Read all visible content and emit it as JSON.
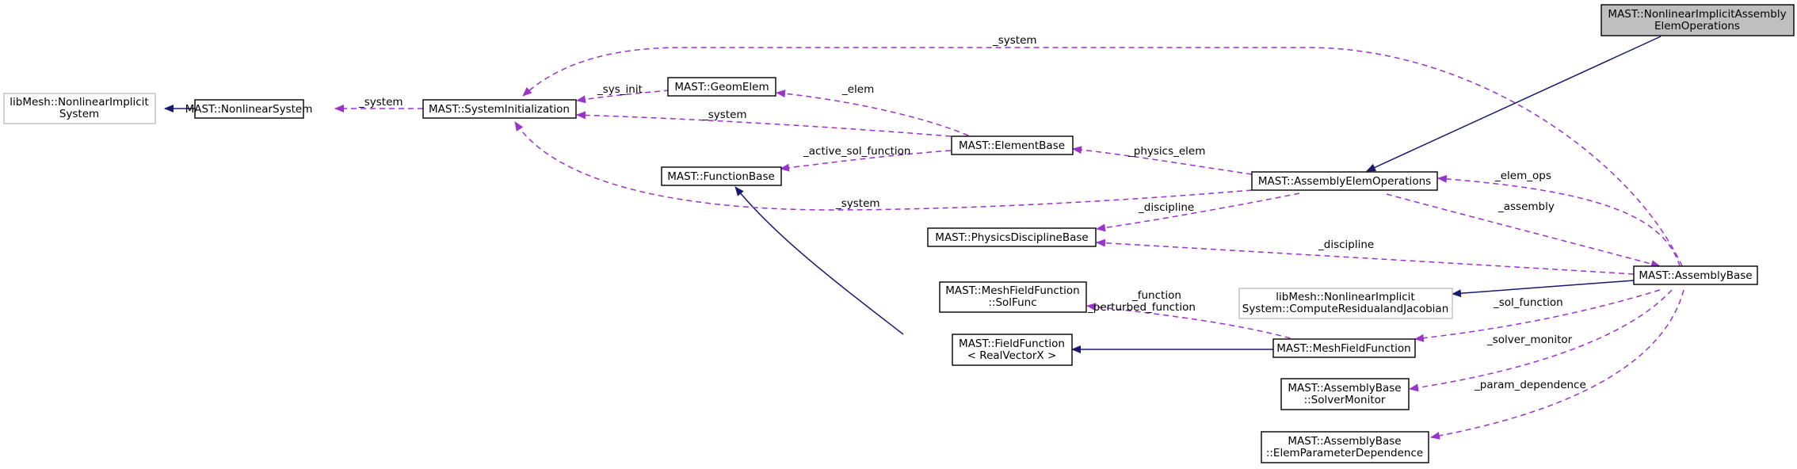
{
  "colors": {
    "inheritance_edge": "#191970",
    "member_edge": "#9a32cd",
    "focus_fill": "#bfbfbf",
    "external_border": "#c0c0c0"
  },
  "nodes": {
    "nonlinear_implicit_assembly": [
      "MAST::NonlinearImplicitAssembly",
      "ElemOperations"
    ],
    "assembly_elem_ops": [
      "MAST::AssemblyElemOperations"
    ],
    "assembly_base": [
      "MAST::AssemblyBase"
    ],
    "system_init": [
      "MAST::SystemInitialization"
    ],
    "nonlinear_system": [
      "MAST::NonlinearSystem"
    ],
    "libmesh_nonlinear_implicit_system": [
      "libMesh::NonlinearImplicit",
      "System"
    ],
    "geom_elem": [
      "MAST::GeomElem"
    ],
    "element_base": [
      "MAST::ElementBase"
    ],
    "function_base": [
      "MAST::FunctionBase"
    ],
    "physics_discipline_base": [
      "MAST::PhysicsDisciplineBase"
    ],
    "libmesh_compute_residual": [
      "libMesh::NonlinearImplicit",
      "System::ComputeResidualandJacobian"
    ],
    "mesh_field_function_solfunc": [
      "MAST::MeshFieldFunction",
      "::SolFunc"
    ],
    "field_function_realvector": [
      "MAST::FieldFunction",
      "< RealVectorX >"
    ],
    "mesh_field_function": [
      "MAST::MeshFieldFunction"
    ],
    "solver_monitor": [
      "MAST::AssemblyBase",
      "::SolverMonitor"
    ],
    "elem_parameter_dependence": [
      "MAST::AssemblyBase",
      "::ElemParameterDependence"
    ]
  },
  "edge_labels": {
    "system_top": "_system",
    "system_nonlinear": "_system",
    "sys_init": "_sys_init",
    "elem": "_elem",
    "system_element": "_system",
    "active_sol_function": "_active_sol_function",
    "physics_elem": "_physics_elem",
    "elem_ops": "_elem_ops",
    "system_assembly_ops": "_system",
    "discipline_ops": "_discipline",
    "assembly": "_assembly",
    "discipline_base": "_discipline",
    "function_perturbed": [
      "_function",
      "_perturbed_function"
    ],
    "sol_function": "_sol_function",
    "solver_monitor": "_solver_monitor",
    "param_dependence": "_param_dependence"
  }
}
